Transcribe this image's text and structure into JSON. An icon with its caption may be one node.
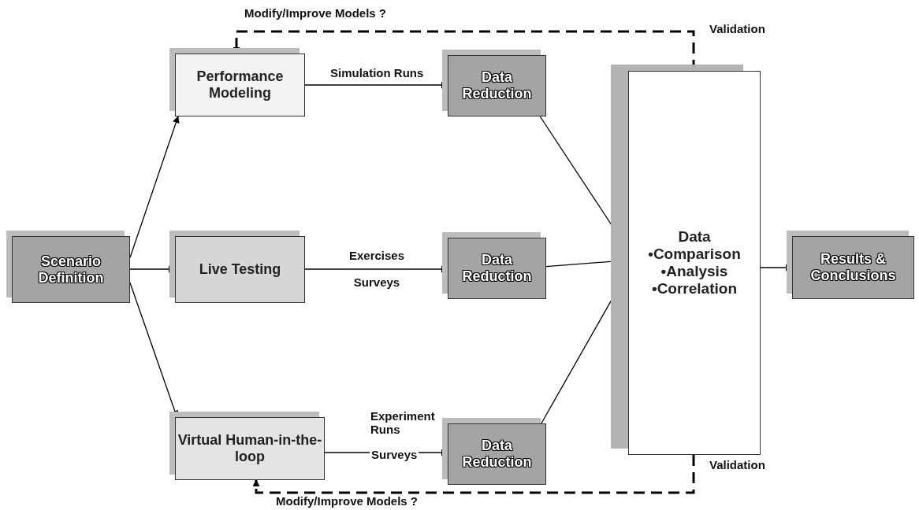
{
  "diagram": {
    "nodes": [
      {
        "text": [
          "Scenario Definition"
        ]
      },
      {
        "text": [
          "Performance Modeling"
        ]
      },
      {
        "text": [
          "Data Reduction"
        ]
      },
      {
        "text": [
          "Live Testing"
        ]
      },
      {
        "text": [
          "Data Reduction"
        ]
      },
      {
        "text": [
          "Virtual Human-in-the-loop"
        ]
      },
      {
        "text": [
          "Data Reduction"
        ]
      },
      {
        "text": [
          "Data",
          "•Comparison",
          "•Analysis",
          "•Correlation"
        ]
      },
      {
        "text": [
          "Results & Conclusions"
        ]
      }
    ],
    "edges": [
      {
        "from": 0,
        "to": 1,
        "arrow": "to"
      },
      {
        "from": 0,
        "to": 3,
        "arrow": "to"
      },
      {
        "from": 0,
        "to": 5,
        "arrow": "to"
      },
      {
        "from": 1,
        "to": 2,
        "arrow": "to",
        "label": "Simulation Runs"
      },
      {
        "from": 3,
        "to": 4,
        "arrow": "to",
        "label": "Exercises Surveys"
      },
      {
        "from": 5,
        "to": 6,
        "arrow": "to",
        "label": "Surveys"
      },
      {
        "from": 2,
        "to": 7,
        "arrow": "to"
      },
      {
        "from": 4,
        "to": 7,
        "arrow": "to"
      },
      {
        "from": 6,
        "to": 7,
        "arrow": "to"
      },
      {
        "from": 7,
        "to": 8,
        "arrow": "to"
      },
      {
        "from": 7,
        "to": 1,
        "arrow": "to",
        "style": "dashed",
        "label": "Modify/Improve Models ?"
      },
      {
        "from": 7,
        "to": 5,
        "arrow": "to",
        "style": "dashed",
        "label": "Modify/Improve  Models ?"
      }
    ],
    "labels": [
      "Validation",
      "Experiment Runs",
      "Validation"
    ]
  }
}
